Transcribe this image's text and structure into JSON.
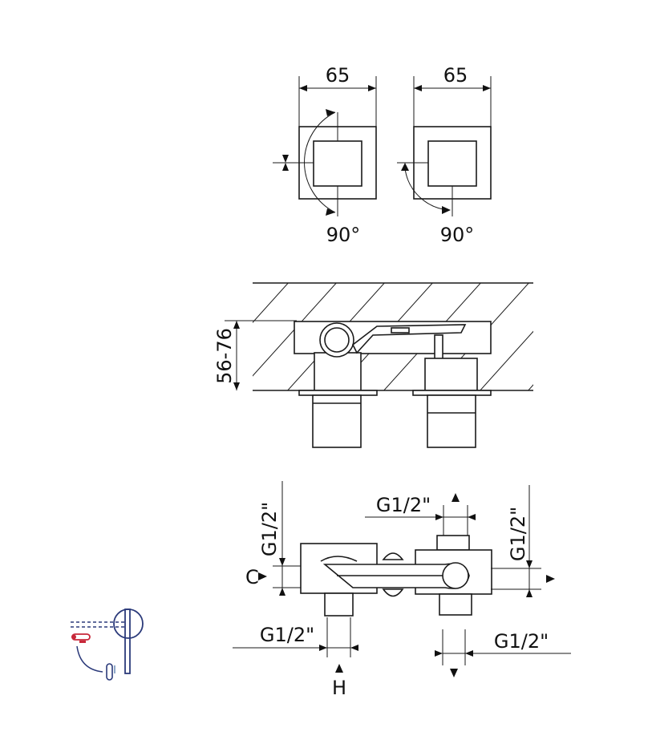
{
  "top_view": {
    "width_left": "65",
    "width_right": "65",
    "rotation_left": "90°",
    "rotation_right": "90°"
  },
  "side_view": {
    "wall_depth": "56-76"
  },
  "bottom_view": {
    "thread_left_vertical": "G1/2\"",
    "thread_top": "G1/2\"",
    "thread_right_vertical": "G1/2\"",
    "thread_bottom_left": "G1/2\"",
    "thread_bottom_right": "G1/2\"",
    "label_c": "C",
    "label_h": "H"
  },
  "colors": {
    "line": "#1a1a1a",
    "icon_blue": "#2b3a7a",
    "icon_red": "#c8283a"
  }
}
